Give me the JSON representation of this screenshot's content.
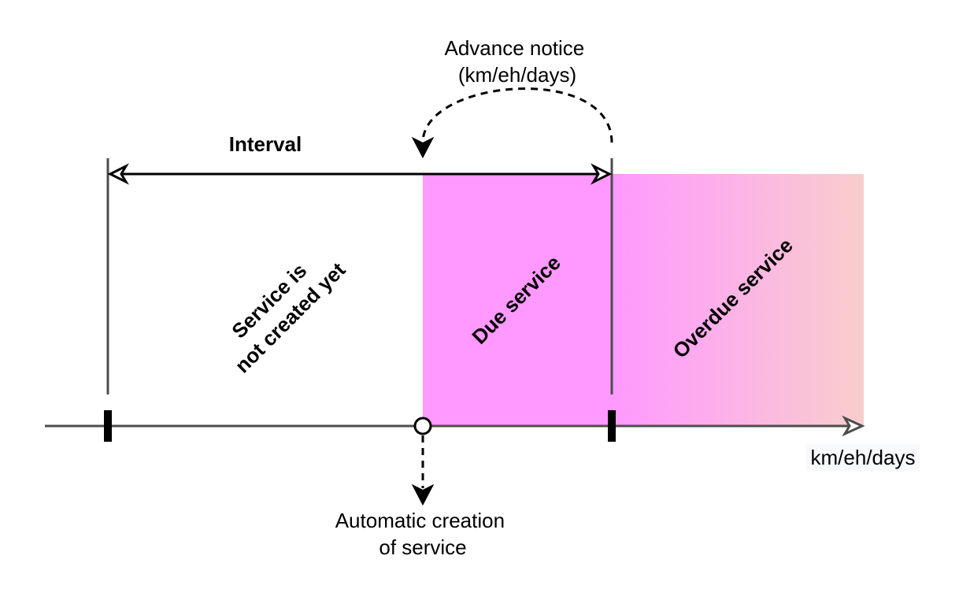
{
  "labels": {
    "interval": "Interval",
    "advance_notice_line1": "Advance notice",
    "advance_notice_line2": "(km/eh/days)",
    "not_created_line1": "Service is",
    "not_created_line2": "not created yet",
    "due_service": "Due service",
    "overdue_service": "Overdue service",
    "axis_unit": "km/eh/days",
    "auto_creation_line1": "Automatic creation",
    "auto_creation_line2": "of service"
  },
  "colors": {
    "due_zone": "#ff99ff",
    "overdue_gradient_start": "#ff99ff",
    "overdue_gradient_end": "#f8cecc",
    "axis": "#4d4d4d",
    "line": "#000000",
    "unit_label_bg": "#f7f9fc"
  }
}
